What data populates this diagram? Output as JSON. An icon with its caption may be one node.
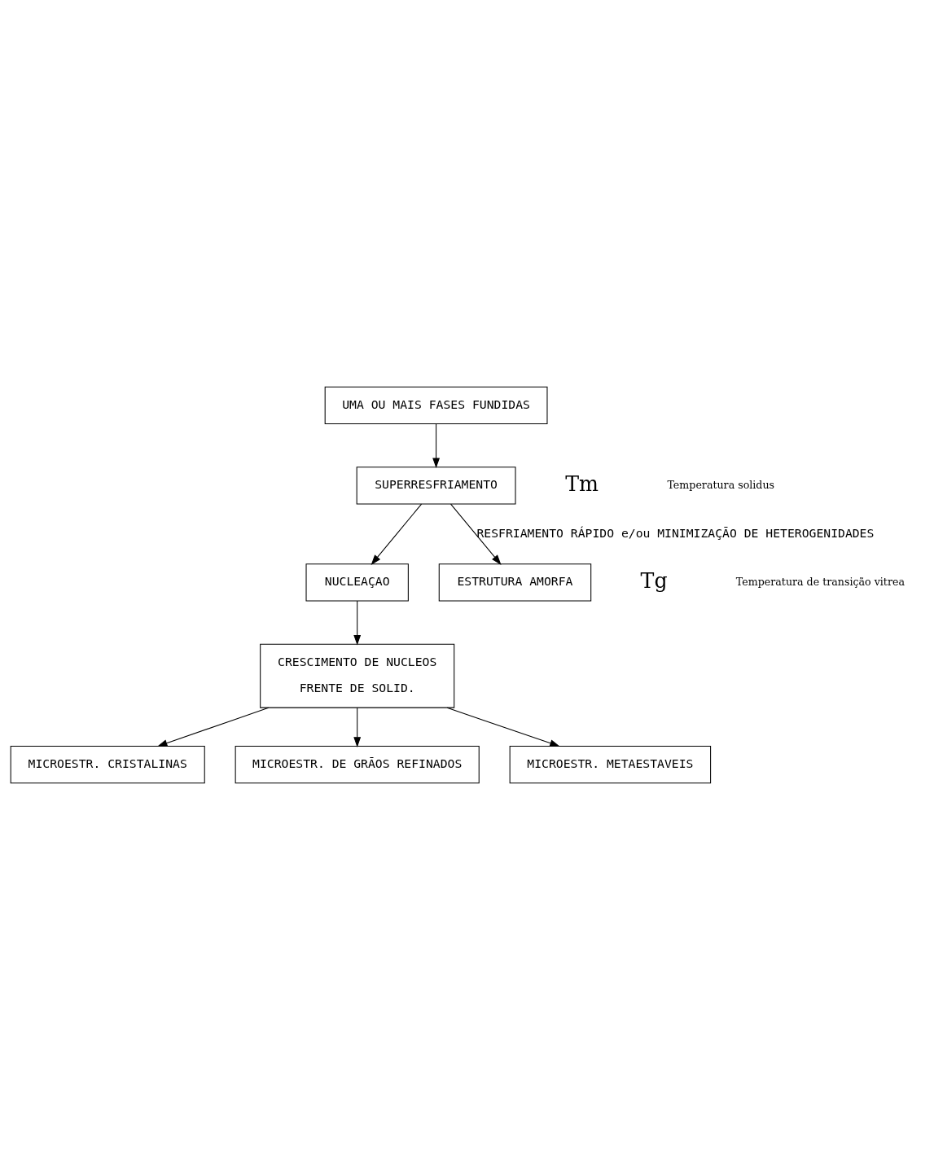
{
  "diagram": {
    "nodes": [
      {
        "text": [
          "UMA OU MAIS FASES FUNDIDAS"
        ]
      },
      {
        "text": [
          "SUPERRESFRIAMENTO"
        ]
      },
      {
        "text": [
          "NUCLEAÇAO"
        ]
      },
      {
        "text": [
          "CRESCIMENTO DE NUCLEOS",
          "FRENTE DE SOLID."
        ]
      },
      {
        "text": [
          "MICROESTR. CRISTALINAS"
        ]
      },
      {
        "text": [
          "MICROESTR. DE GRÃOS REFINADOS"
        ]
      },
      {
        "text": [
          "MICROESTR. METAESTAVEIS"
        ]
      },
      {
        "text": [
          "ESTRUTURA AMORFA"
        ]
      }
    ],
    "edges": [
      {
        "from": 0,
        "to": 1,
        "arrow": "to"
      },
      {
        "from": 1,
        "to": 2,
        "arrow": "to"
      },
      {
        "from": 2,
        "to": 3,
        "arrow": "to"
      },
      {
        "from": 3,
        "to": 4,
        "arrow": "to"
      },
      {
        "from": 3,
        "to": 5,
        "arrow": "to"
      },
      {
        "from": 3,
        "to": 6,
        "arrow": "to"
      },
      {
        "from": 1,
        "to": 7,
        "arrow": "to",
        "label": "RESFRIAMENTO RÁPIDO e/ou MINIMIZAÇÃO DE HETEROGENIDADES"
      }
    ],
    "labels": [
      "Tm",
      "Temperatura solidus",
      "Tg",
      "Temperatura de transição vitrea"
    ]
  }
}
